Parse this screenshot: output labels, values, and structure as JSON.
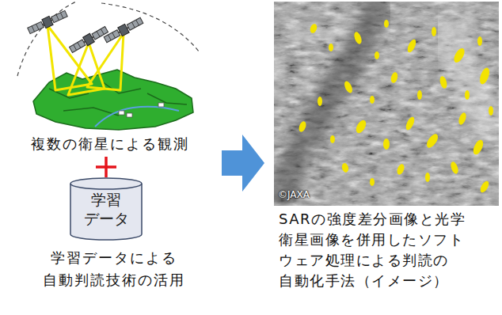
{
  "diagram": {
    "nodes": [
      {
        "text": [
          "学習 データ"
        ]
      }
    ],
    "labels": [
      "複数の衛星による観測",
      "学習データによる 自動判読技術の活用",
      "©JAXA",
      "SARの強度差分画像と光学 衛星画像を併用したソフト ウェア処理による判読の 自動化手法（イメージ）"
    ]
  }
}
